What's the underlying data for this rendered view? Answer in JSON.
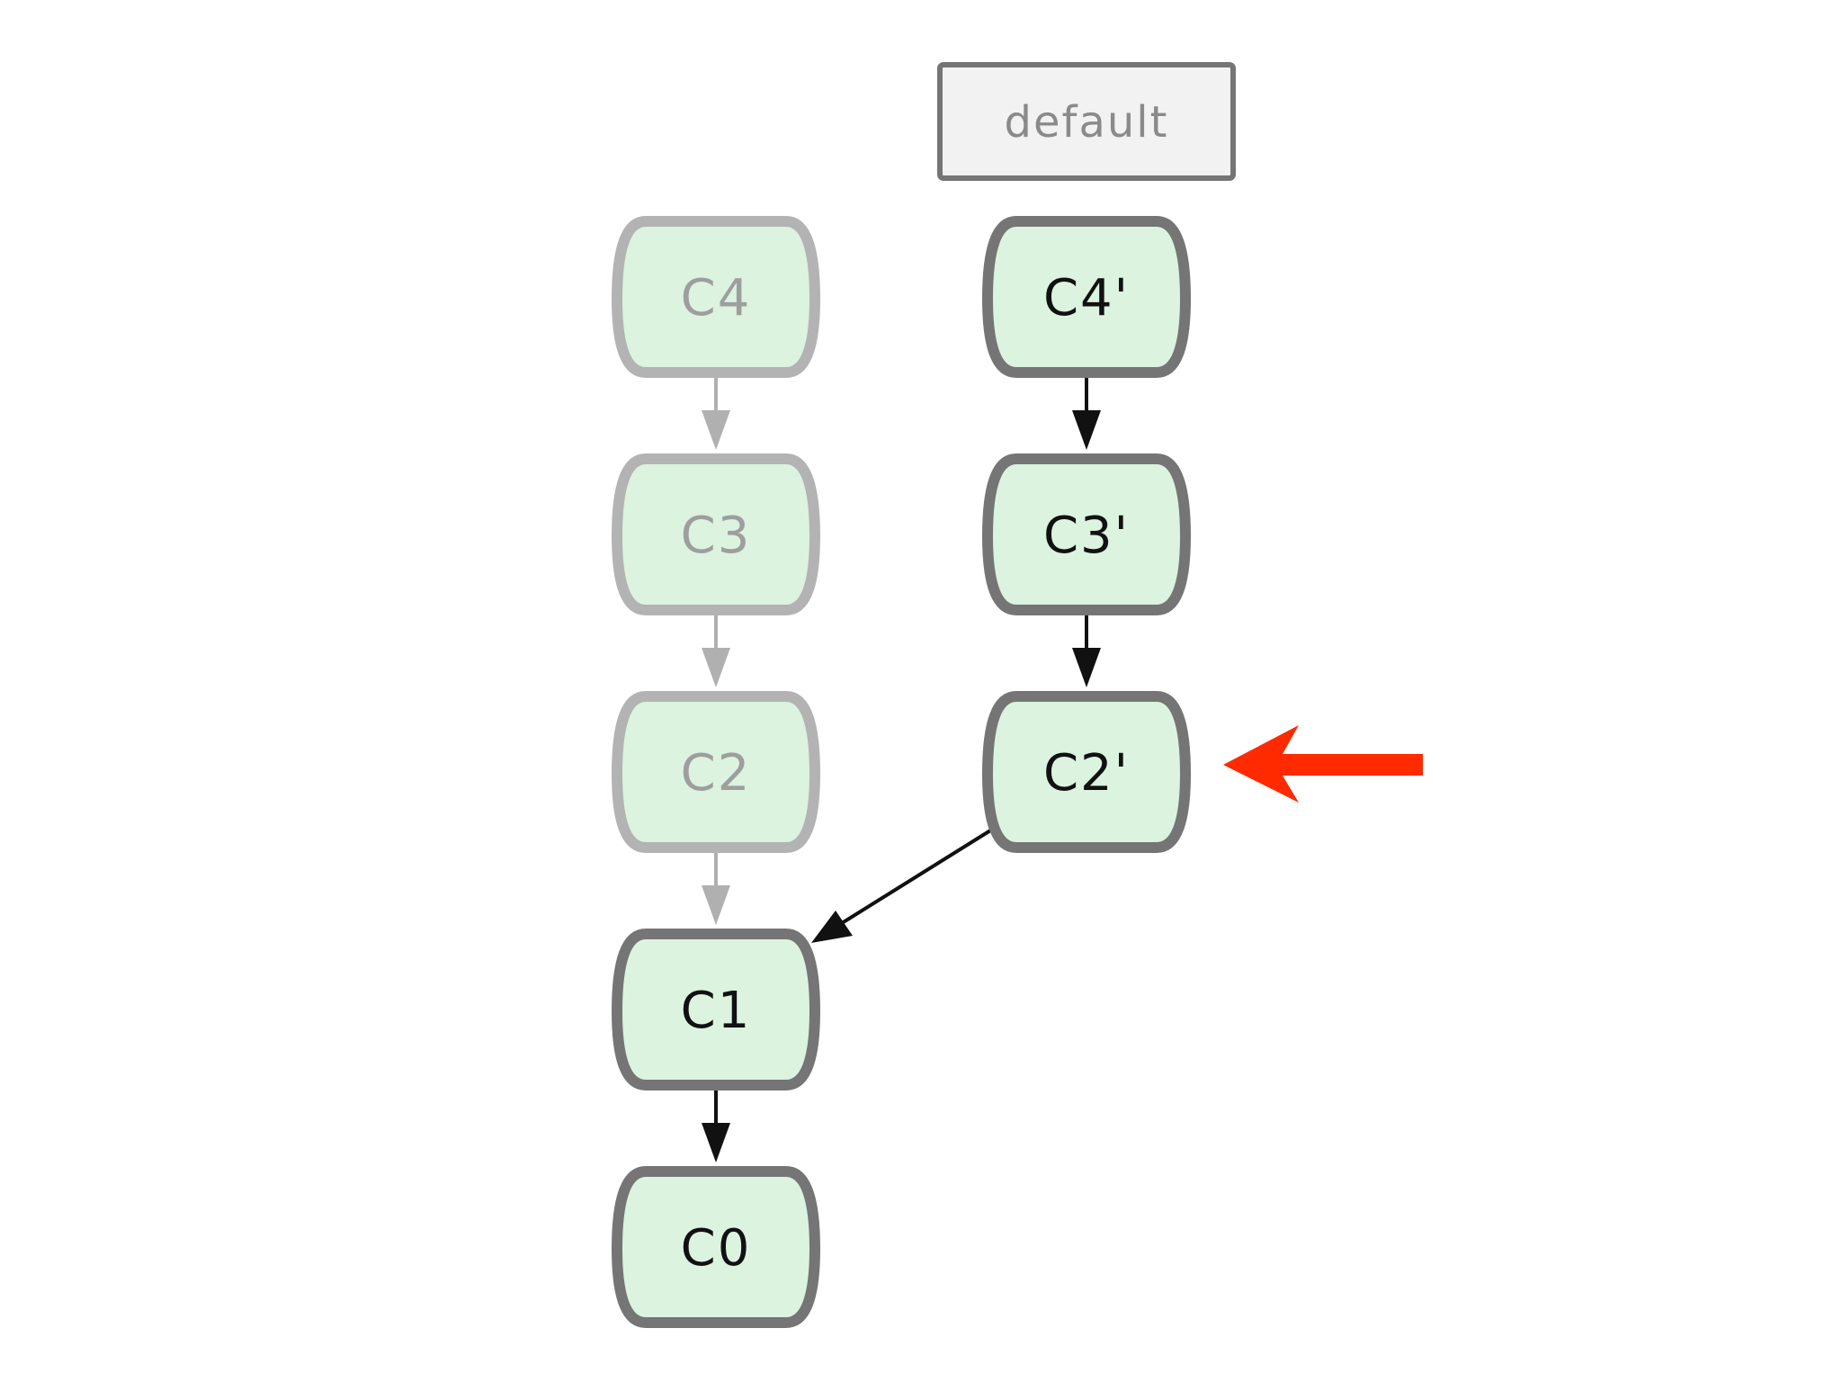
{
  "branch": {
    "label": "default"
  },
  "commits": {
    "c0": {
      "label": "C0",
      "state": "active"
    },
    "c1": {
      "label": "C1",
      "state": "active"
    },
    "c2": {
      "label": "C2",
      "state": "faded"
    },
    "c3": {
      "label": "C3",
      "state": "faded"
    },
    "c4": {
      "label": "C4",
      "state": "faded"
    },
    "c2p": {
      "label": "C2'",
      "state": "active"
    },
    "c3p": {
      "label": "C3'",
      "state": "active"
    },
    "c4p": {
      "label": "C4'",
      "state": "active"
    }
  },
  "edges": [
    {
      "from": "C4",
      "to": "C3",
      "style": "faded"
    },
    {
      "from": "C3",
      "to": "C2",
      "style": "faded"
    },
    {
      "from": "C2",
      "to": "C1",
      "style": "faded"
    },
    {
      "from": "C1",
      "to": "C0",
      "style": "active"
    },
    {
      "from": "C4'",
      "to": "C3'",
      "style": "active"
    },
    {
      "from": "C3'",
      "to": "C2'",
      "style": "active"
    },
    {
      "from": "C2'",
      "to": "C1",
      "style": "active"
    }
  ],
  "highlight": {
    "target": "C2'",
    "color": "#ff2a00"
  },
  "colors": {
    "node_fill": "#dbf3df",
    "active_stroke": "#757575",
    "faded_stroke": "#b3b3b3",
    "active_text": "#111111",
    "faded_text": "#9e9e9e",
    "active_edge": "#111111",
    "faded_edge": "#b0b0b0",
    "branch_fill": "#f2f2f2",
    "branch_stroke": "#757575",
    "branch_text": "#8a8a8a"
  }
}
